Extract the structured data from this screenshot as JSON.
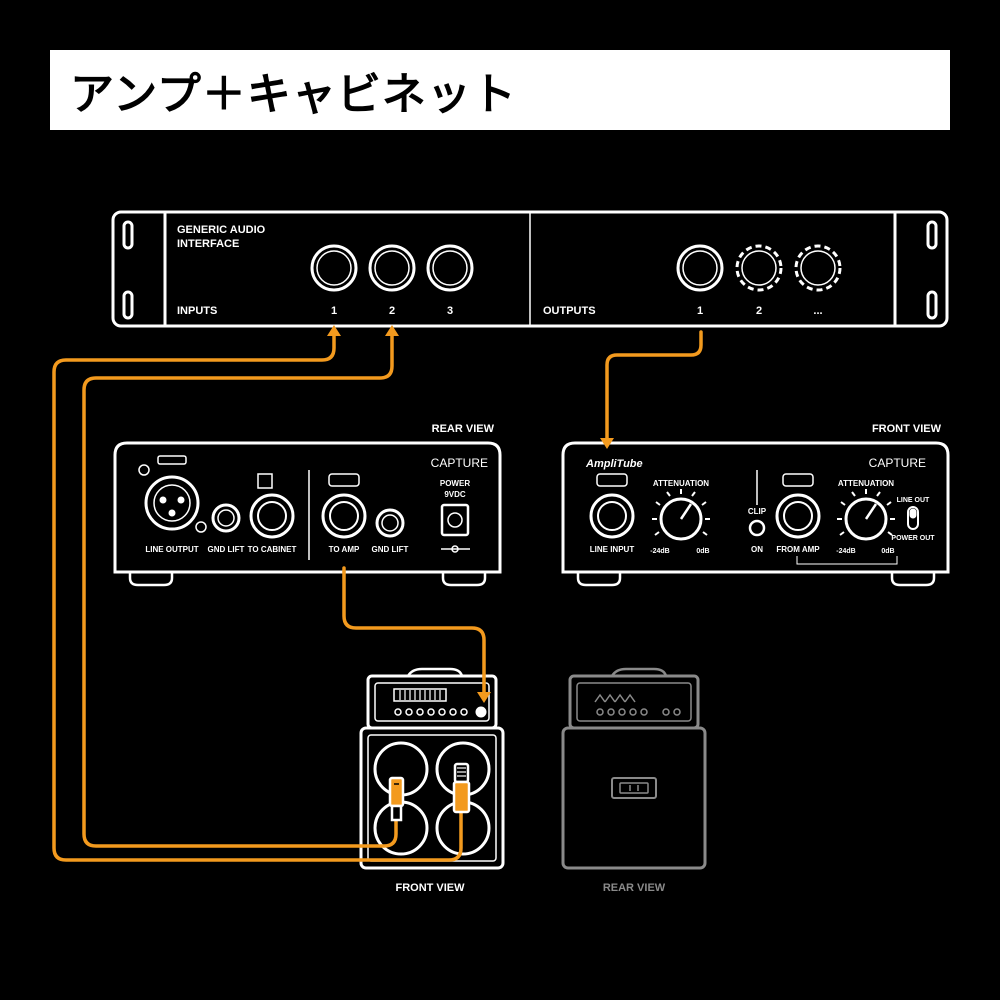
{
  "title": "アンプ＋キャビネット",
  "colors": {
    "background": "#000000",
    "outline": "#ffffff",
    "cable": "#f39a1e",
    "inactive": "#8a8a8a"
  },
  "interface": {
    "name_line1": "GENERIC AUDIO",
    "name_line2": "INTERFACE",
    "inputs_label": "INPUTS",
    "outputs_label": "OUTPUTS",
    "input_numbers": [
      "1",
      "2",
      "3"
    ],
    "output_numbers": [
      "1",
      "2",
      "..."
    ]
  },
  "capture_rear": {
    "view_label": "REAR VIEW",
    "brand": "CAPTURE",
    "line_output": "LINE OUTPUT",
    "gnd_lift_1": "GND LIFT",
    "to_cabinet": "TO CABINET",
    "to_amp": "TO AMP",
    "gnd_lift_2": "GND LIFT",
    "power_line1": "POWER",
    "power_line2": "9VDC"
  },
  "capture_front": {
    "view_label": "FRONT VIEW",
    "brand": "CAPTURE",
    "logo": "AmpliTube",
    "line_input": "LINE INPUT",
    "attenuation_1": "ATTENUATION",
    "min_db_1": "-24dB",
    "max_db_1": "0dB",
    "clip": "CLIP",
    "on": "ON",
    "from_amp": "FROM AMP",
    "attenuation_2": "ATTENUATION",
    "min_db_2": "-24dB",
    "max_db_2": "0dB",
    "line_out": "LINE OUT",
    "power_out": "POWER OUT"
  },
  "amp_front_label": "FRONT VIEW",
  "amp_rear_label": "REAR VIEW"
}
